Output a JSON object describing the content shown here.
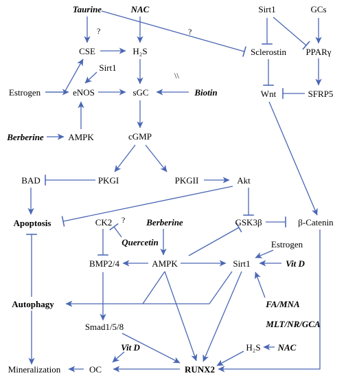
{
  "diagram": {
    "edge_color": "#4a67b4",
    "nodes": {
      "taurine": "Taurine",
      "nac_top": "NAC",
      "cse": "CSE",
      "h2s_top": "H₂S",
      "sirt1_top": "Sirt1",
      "gcs": "GCs",
      "sclerostin": "Sclerostin",
      "ppar": "PPARγ",
      "sirt1_mid": "Sirt1",
      "estrogen_left": "Estrogen",
      "enos": "eNOS",
      "sgc": "sGC",
      "biotin": "Biotin",
      "wnt": "Wnt",
      "sfrp5": "SFRP5",
      "berberine_top": "Berberine",
      "ampk_top": "AMPK",
      "cgmp": "cGMP",
      "bad": "BAD",
      "pkgi": "PKGI",
      "pkgii": "PKGII",
      "akt": "Akt",
      "apoptosis": "Apoptosis",
      "ck2": "CK2",
      "berberine_mid": "Berberine",
      "gsk3b": "GSK3β",
      "bcatenin": "β-Catenin",
      "quercetin": "Quercetin",
      "estrogen_right": "Estrogen",
      "bmp": "BMP2/4",
      "ampk_mid": "AMPK",
      "sirt1_low": "Sirt1",
      "vitd_right": "Vit D",
      "autophagy": "Autophagy",
      "fa_mna": "FA/MNA",
      "smad": "Smad1/5/8",
      "mlt": "MLT/NR/GCA",
      "vitd_low": "Vit D",
      "h2s_low": "H₂S",
      "nac_low": "NAC",
      "mineralization": "Mineralization",
      "oc": "OC",
      "runx2": "RUNX2"
    },
    "marks": {
      "q1": "?",
      "q2": "?",
      "q3": "?",
      "double_slash": "\\\\"
    }
  }
}
